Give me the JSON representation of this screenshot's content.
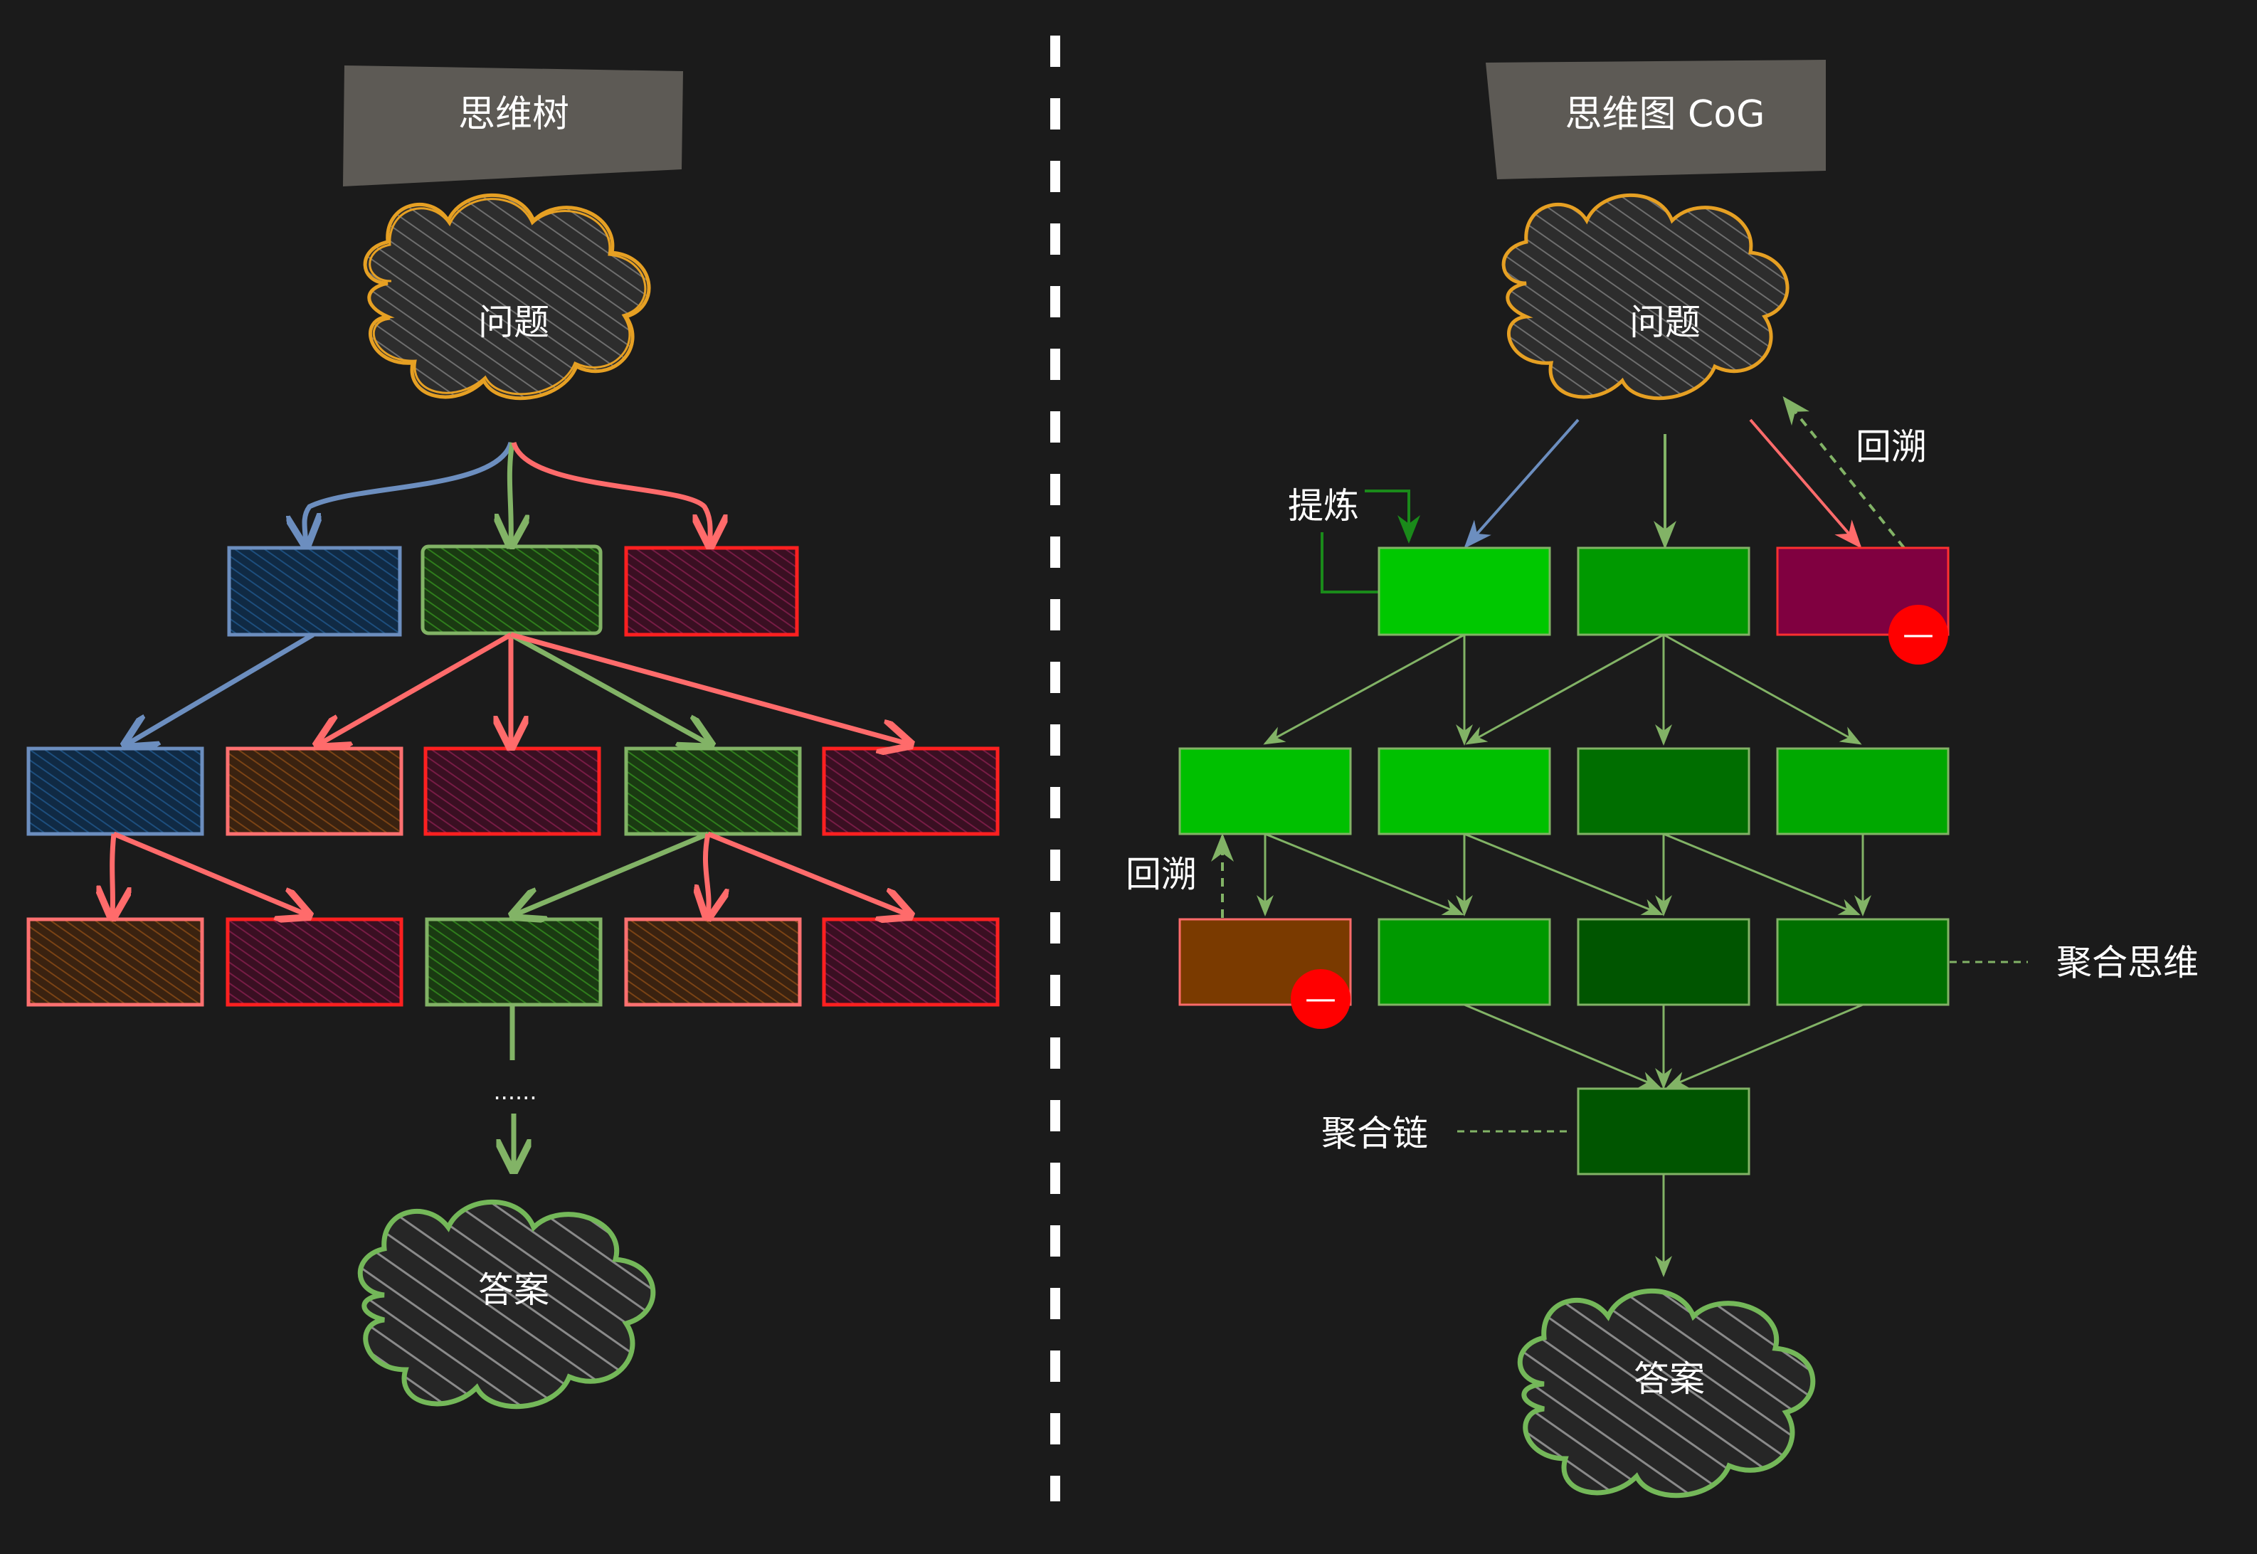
{
  "left": {
    "title": "思维树",
    "question": "问题",
    "answer": "答案",
    "ellipsis": "......"
  },
  "right": {
    "title": "思维图 CoG",
    "question": "问题",
    "answer": "答案",
    "refine_label": "提炼",
    "backtrack_label_top": "回溯",
    "backtrack_label_left": "回溯",
    "aggregate_thoughts_label": "聚合思维",
    "aggregate_chain_label": "聚合链",
    "reject_badge_top": "—",
    "reject_badge_left": "—"
  },
  "colors": {
    "background": "#1b1b1b",
    "title_box": "#5d5a55",
    "cloud_question_stroke": "#e6a023",
    "cloud_answer_stroke": "#74b859",
    "blue": "#6c8ebf",
    "green": "#82b366",
    "red": "#ff6b6b",
    "bright_green": "#00c800",
    "mid_green": "#009900",
    "dark_green": "#006600",
    "darker_green": "#005500",
    "maroon": "#800040",
    "brown": "#7a3a00",
    "reject_red": "#ff0000"
  }
}
